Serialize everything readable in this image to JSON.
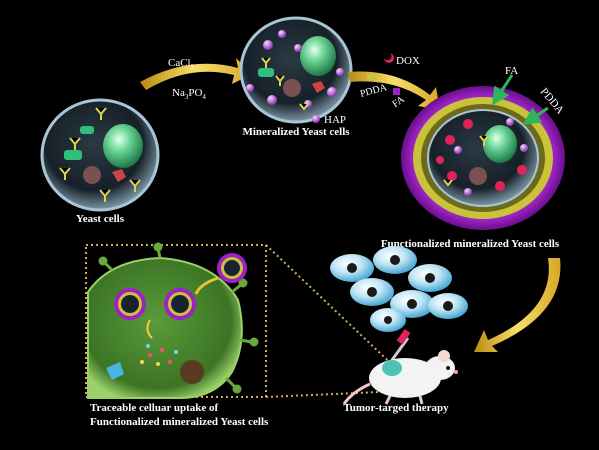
{
  "labels": {
    "yeast_cells": "Yeast cells",
    "mineralized": "Mineralized Yeast cells",
    "functionalized": "Functionalized mineralized Yeast cells",
    "uptake_line1": "Traceable celluar uptake of",
    "uptake_line2": "Functionalized mineralized Yeast cells",
    "therapy": "Tumor-targed therapy"
  },
  "reagents": {
    "cacl2": "CaCl",
    "cacl2_sub": "2",
    "na3po4_a": "Na",
    "na3po4_sub1": "3",
    "na3po4_b": "PO",
    "na3po4_sub2": "4",
    "hap": "HAP",
    "dox": "DOX",
    "pdda": "PDDA",
    "fa": "FA"
  },
  "colors": {
    "background": "#000000",
    "arrow_gold": "#e8c232",
    "pdda_layer": "#c9c23a",
    "fa_layer": "#a020c8",
    "membrane": "#a9c4d4",
    "host_cell": "#3f7d2a",
    "box_border": "#d6a95a"
  },
  "icons": {
    "hap": "purple-sphere-icon",
    "dox": "red-crescent-icon",
    "pdda": "yellow-square-icon",
    "fa": "purple-square-icon",
    "mouse": "mouse-icon",
    "syringe": "syringe-icon"
  }
}
